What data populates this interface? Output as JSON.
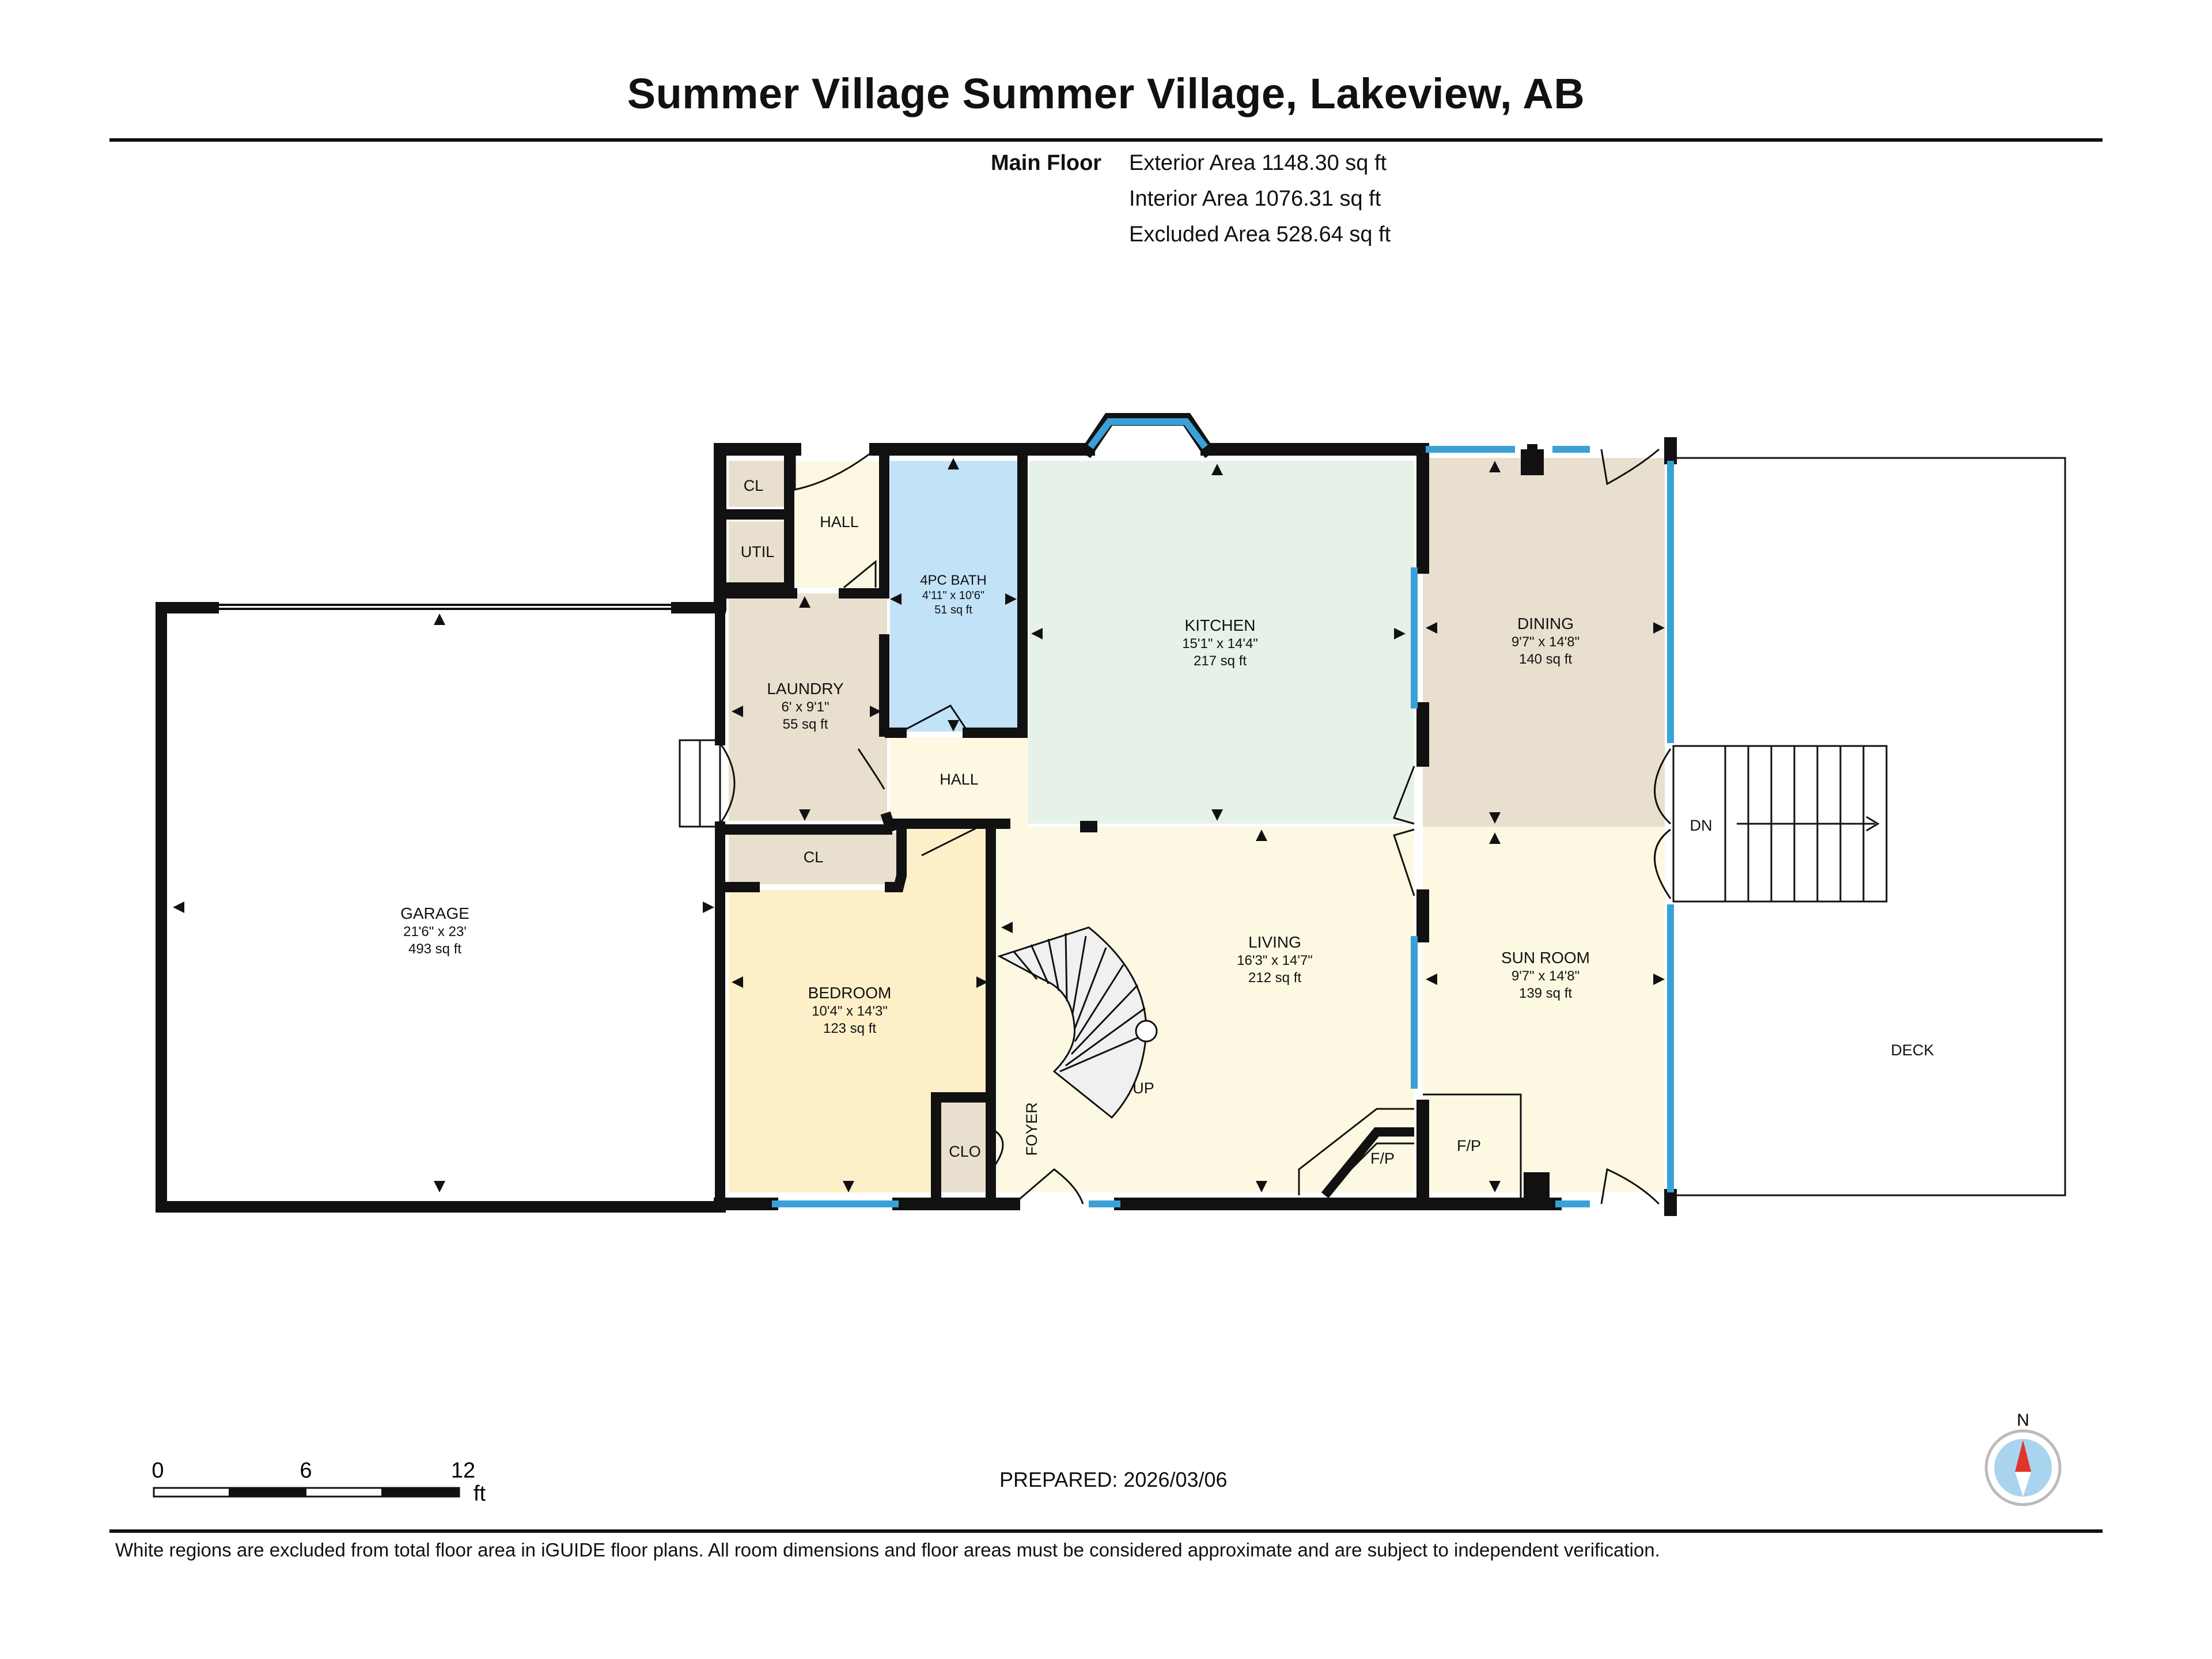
{
  "title": "Summer Village Summer Village, Lakeview, AB",
  "floor": {
    "label": "Main Floor",
    "exterior_area": "Exterior Area 1148.30 sq ft",
    "interior_area": "Interior Area 1076.31 sq ft",
    "excluded_area": "Excluded Area 528.64 sq ft"
  },
  "rooms": {
    "garage": {
      "name": "GARAGE",
      "dims": "21'6\" x 23'",
      "area": "493 sq ft"
    },
    "laundry": {
      "name": "LAUNDRY",
      "dims": "6' x 9'1\"",
      "area": "55 sq ft"
    },
    "bath": {
      "name": "4PC BATH",
      "dims": "4'11\" x 10'6\"",
      "area": "51 sq ft"
    },
    "kitchen": {
      "name": "KITCHEN",
      "dims": "15'1\" x 14'4\"",
      "area": "217 sq ft"
    },
    "dining": {
      "name": "DINING",
      "dims": "9'7\" x 14'8\"",
      "area": "140 sq ft"
    },
    "bedroom": {
      "name": "BEDROOM",
      "dims": "10'4\" x 14'3\"",
      "area": "123 sq ft"
    },
    "living": {
      "name": "LIVING",
      "dims": "16'3\" x 14'7\"",
      "area": "212 sq ft"
    },
    "sunroom": {
      "name": "SUN ROOM",
      "dims": "9'7\" x 14'8\"",
      "area": "139 sq ft"
    }
  },
  "labels": {
    "cl_top": "CL",
    "util": "UTIL",
    "hall_top": "HALL",
    "hall_mid": "HALL",
    "cl_bedroom": "CL",
    "clo": "CLO",
    "foyer": "FOYER",
    "up": "UP",
    "fp_living": "F/P",
    "fp_sunroom": "F/P",
    "dn": "DN",
    "deck": "DECK"
  },
  "scale": {
    "t0": "0",
    "t6": "6",
    "t12": "12",
    "unit": "ft"
  },
  "compass": {
    "north": "N"
  },
  "prepared": "PREPARED: 2026/03/06",
  "footnote": "White regions are excluded from total floor area in iGUIDE floor plans. All room dimensions and floor areas must be considered approximate and are subject to independent verification.",
  "colors": {
    "kitchen": "#e6f2e8",
    "dining": "#e8dfcf",
    "sunroom": "#fdf8e2",
    "living": "#fdf8e2",
    "bedroom": "#fdf0c8",
    "bath": "#c2e2f8",
    "utility": "#e8dfcf",
    "window": "#3aa0d8",
    "wall": "#111111"
  }
}
